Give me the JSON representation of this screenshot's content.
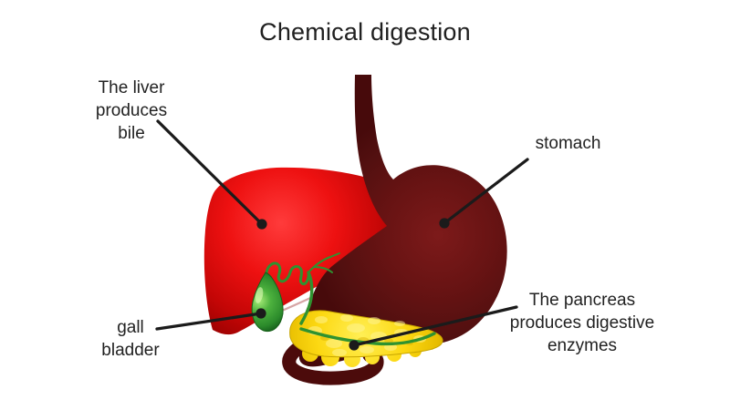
{
  "title": "Chemical digestion",
  "labels": {
    "liver": "The liver\nproduces\nbile",
    "stomach": "stomach",
    "gall_bladder": "gall\nbladder",
    "pancreas": "The pancreas\nproduces digestive\nenzymes"
  },
  "organs": [
    {
      "name": "liver",
      "color": "#ee1111"
    },
    {
      "name": "esophagus",
      "color": "#4c0c0e"
    },
    {
      "name": "stomach",
      "color": "#671313"
    },
    {
      "name": "duodenum",
      "color": "#4c0b0b"
    },
    {
      "name": "gall bladder",
      "color": "#4db23e"
    },
    {
      "name": "bile and pancreatic ducts",
      "color": "#2f9230"
    },
    {
      "name": "pancreas",
      "color": "#fcd812"
    }
  ],
  "colors": {
    "background": "#ffffff",
    "text": "#222222",
    "leader_line": "#1b1b1b",
    "liver": "#ee1111",
    "stomach": "#671313",
    "duodenum": "#4c0b0b",
    "gall_bladder": "#4db23e",
    "duct_green": "#2f9230",
    "pancreas": "#fcd812"
  }
}
